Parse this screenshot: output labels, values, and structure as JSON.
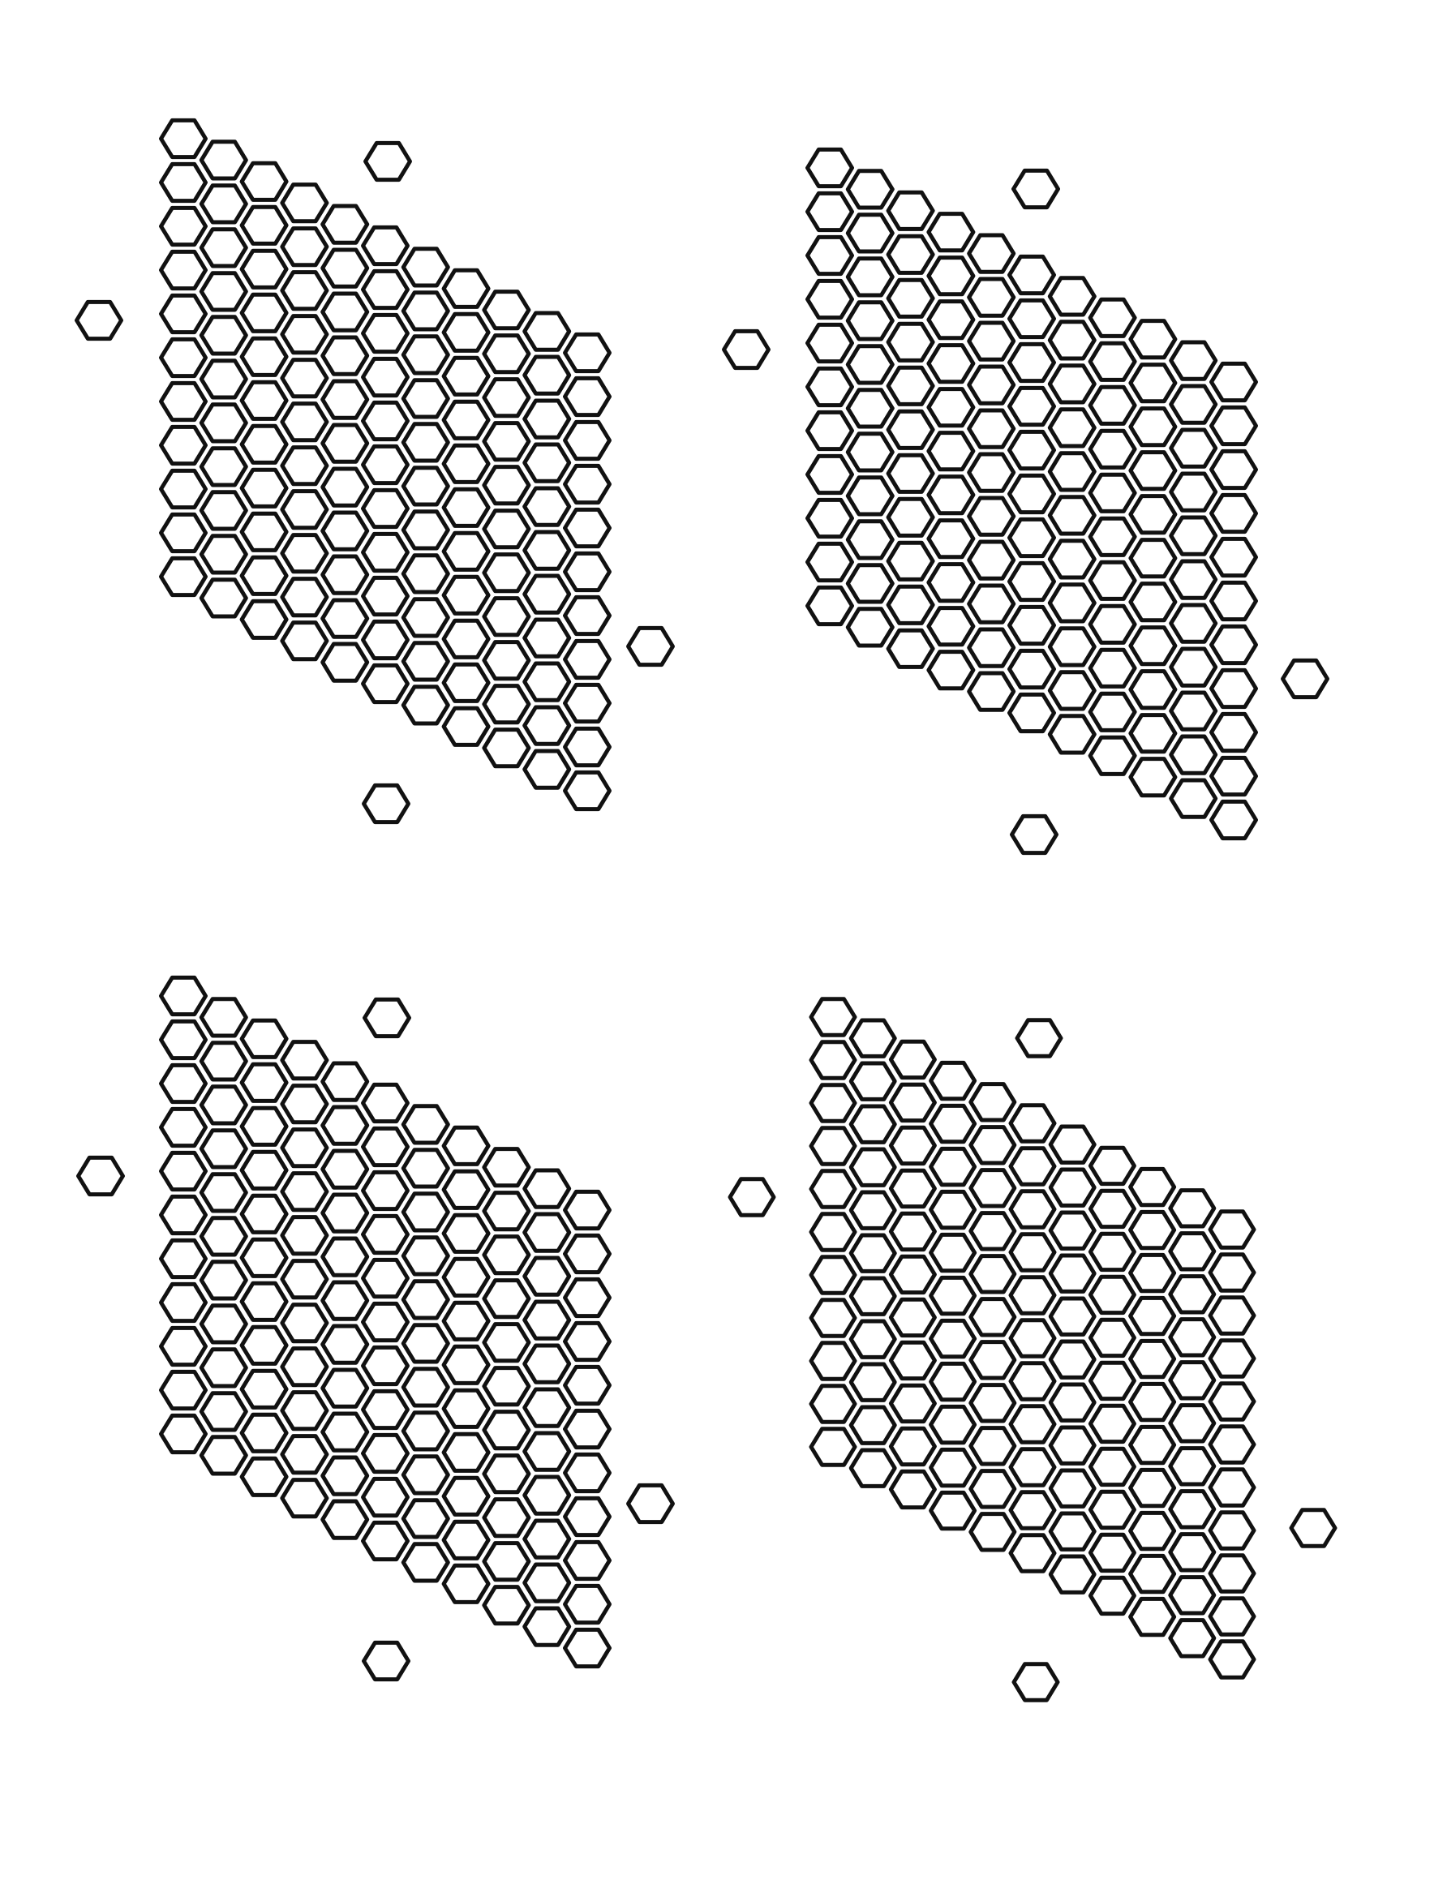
{
  "sheet": {
    "kind": "printable hex board sheet",
    "stroke_color": "#111111",
    "background_color": "#ffffff"
  },
  "boards": [
    {
      "id": "board-top-left",
      "grid": {
        "columns": 11,
        "rows": 11,
        "shape": "rhombus"
      },
      "loose_hexes": 4
    },
    {
      "id": "board-top-right",
      "grid": {
        "columns": 11,
        "rows": 11,
        "shape": "rhombus"
      },
      "loose_hexes": 4
    },
    {
      "id": "board-bottom-left",
      "grid": {
        "columns": 11,
        "rows": 11,
        "shape": "rhombus"
      },
      "loose_hexes": 4
    },
    {
      "id": "board-bottom-right",
      "grid": {
        "columns": 11,
        "rows": 11,
        "shape": "rhombus"
      },
      "loose_hexes": 4
    }
  ],
  "icons": {
    "cell": "hexagon-outline-icon",
    "piece": "hexagon-outline-icon"
  }
}
